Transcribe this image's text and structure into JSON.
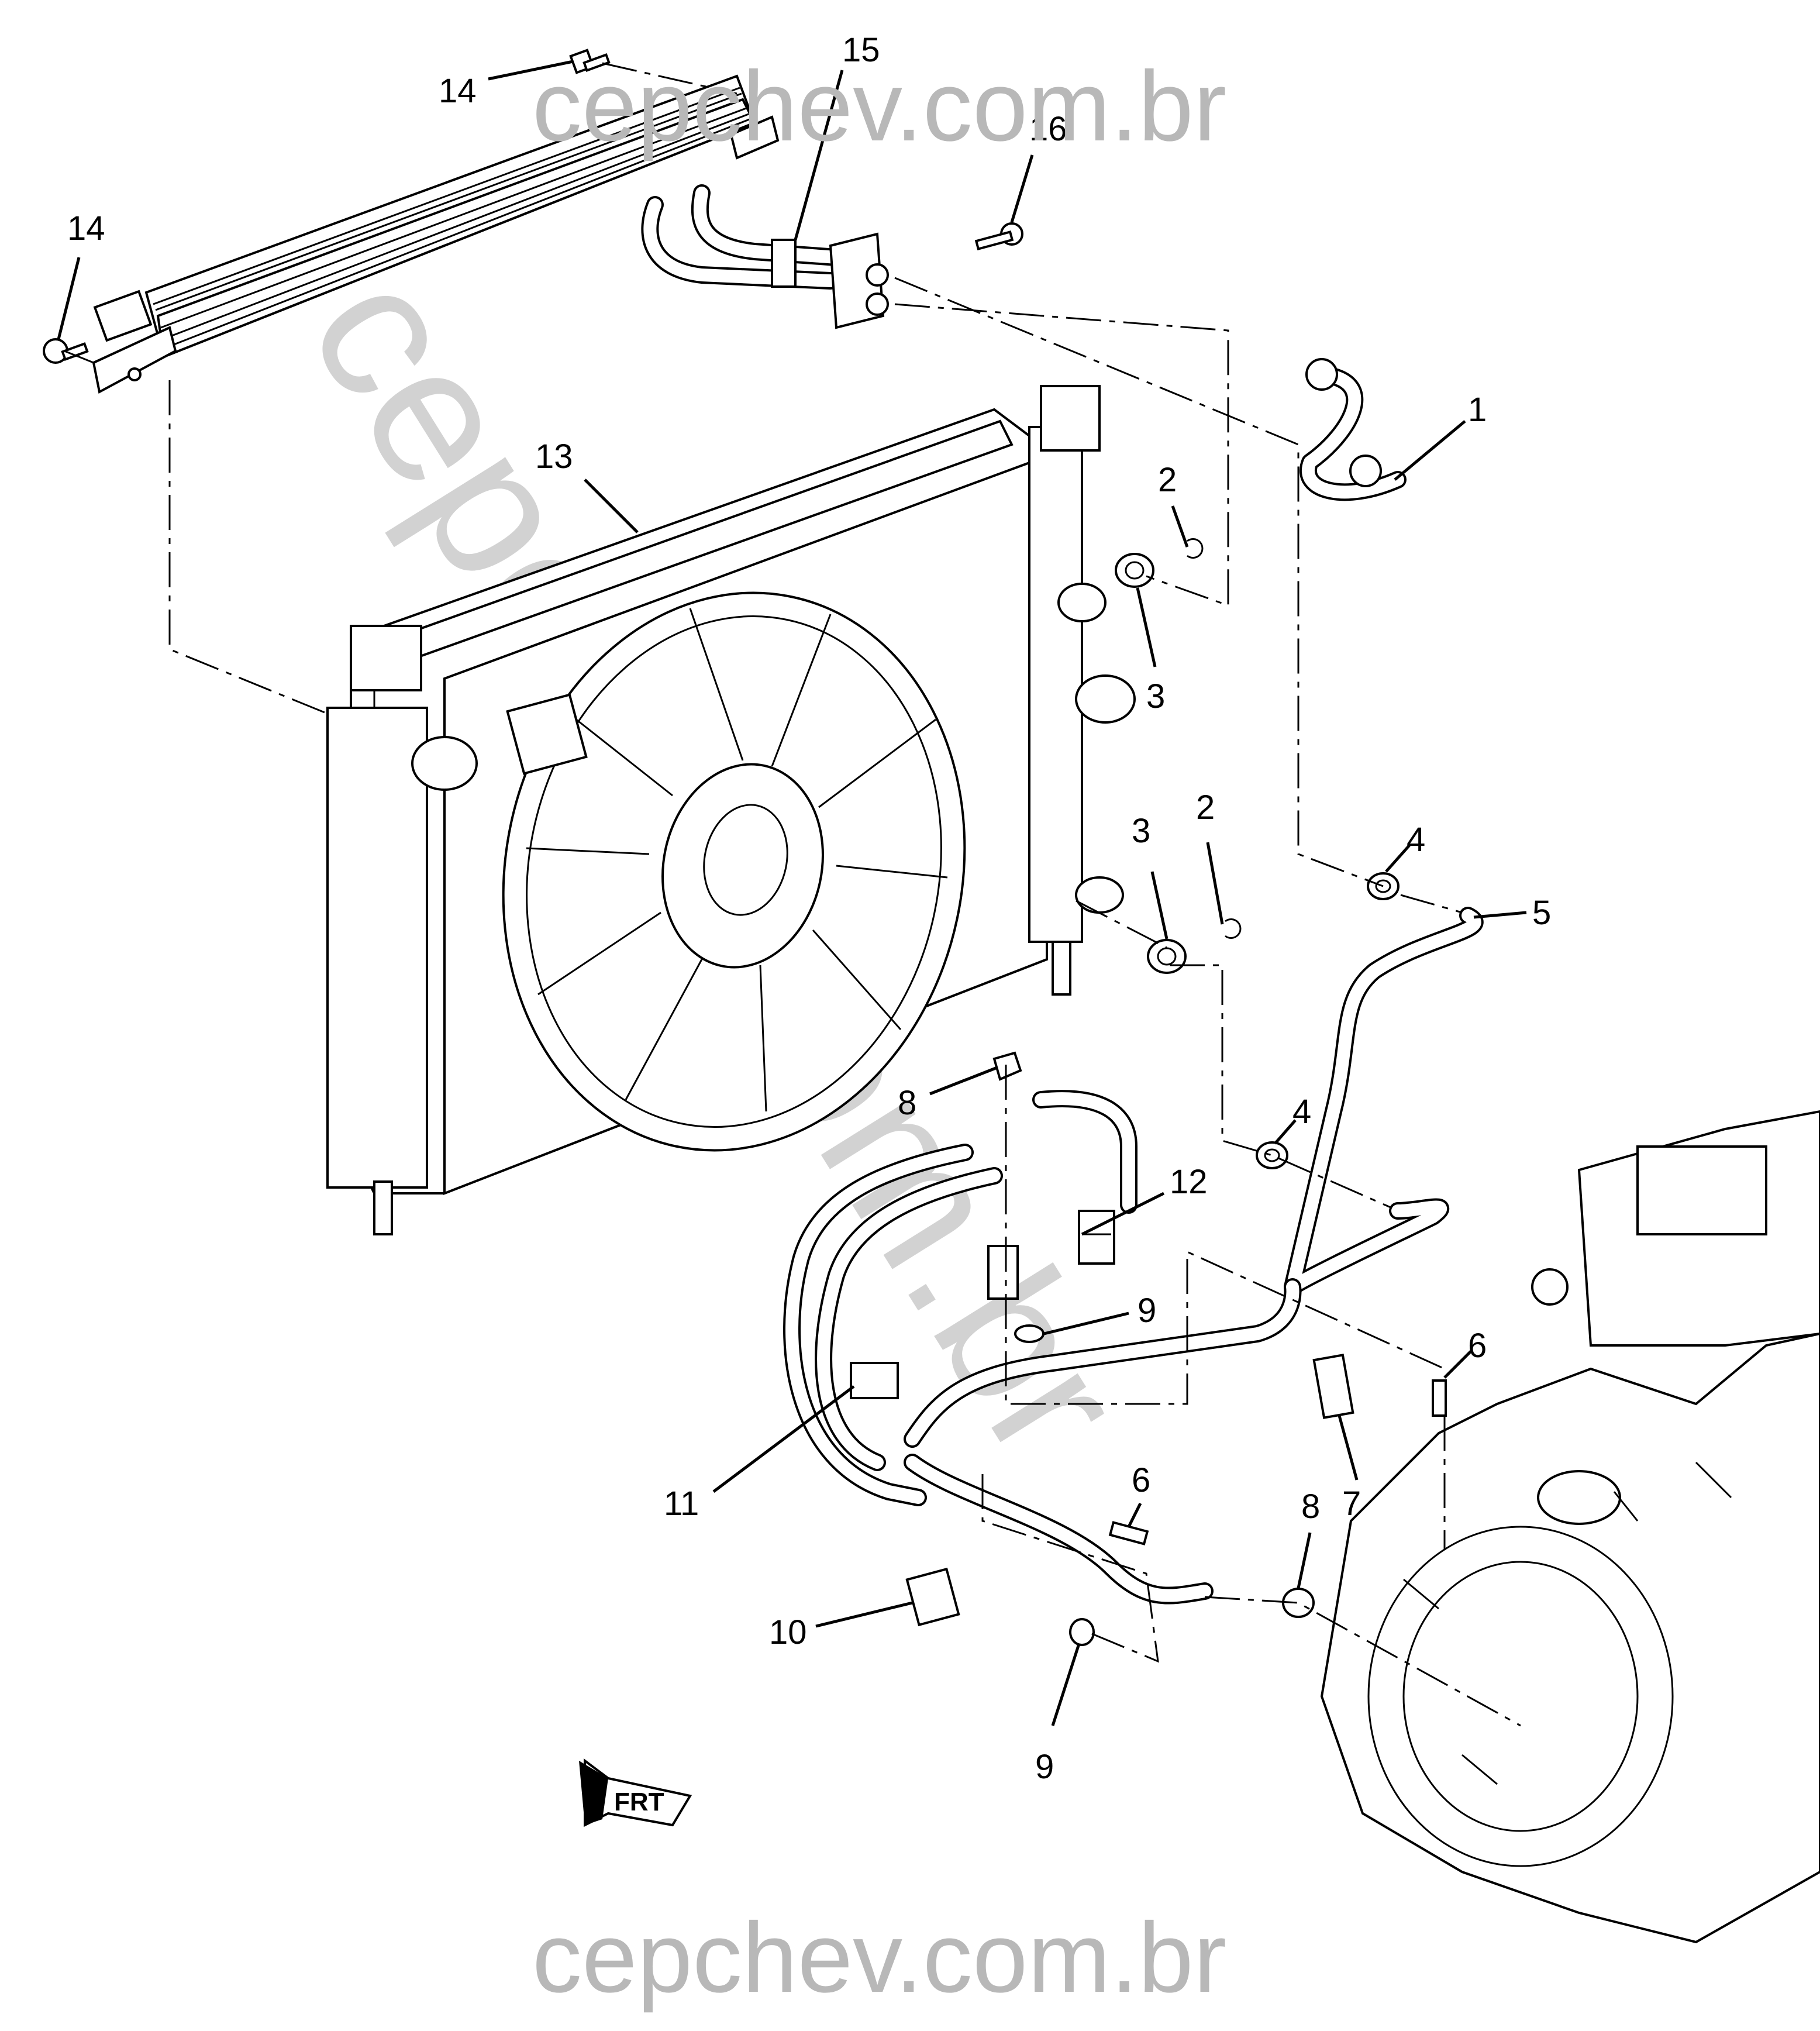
{
  "watermarks": {
    "top": "cepchev.com.br",
    "bottom": "cepchev.com.br",
    "diagonal": "cepchev.com.br"
  },
  "orientation": {
    "front_indicator": "FRT"
  },
  "callouts": [
    {
      "id": "c1",
      "label": "1"
    },
    {
      "id": "c2a",
      "label": "2"
    },
    {
      "id": "c2b",
      "label": "2"
    },
    {
      "id": "c3a",
      "label": "3"
    },
    {
      "id": "c3b",
      "label": "3"
    },
    {
      "id": "c4a",
      "label": "4"
    },
    {
      "id": "c4b",
      "label": "4"
    },
    {
      "id": "c5",
      "label": "5"
    },
    {
      "id": "c6a",
      "label": "6"
    },
    {
      "id": "c6b",
      "label": "6"
    },
    {
      "id": "c7",
      "label": "7"
    },
    {
      "id": "c8a",
      "label": "8"
    },
    {
      "id": "c8b",
      "label": "8"
    },
    {
      "id": "c9a",
      "label": "9"
    },
    {
      "id": "c9b",
      "label": "9"
    },
    {
      "id": "c10",
      "label": "10"
    },
    {
      "id": "c11",
      "label": "11"
    },
    {
      "id": "c12",
      "label": "12"
    },
    {
      "id": "c13",
      "label": "13"
    },
    {
      "id": "c14a",
      "label": "14"
    },
    {
      "id": "c14b",
      "label": "14"
    },
    {
      "id": "c15",
      "label": "15"
    },
    {
      "id": "c16",
      "label": "16"
    }
  ]
}
